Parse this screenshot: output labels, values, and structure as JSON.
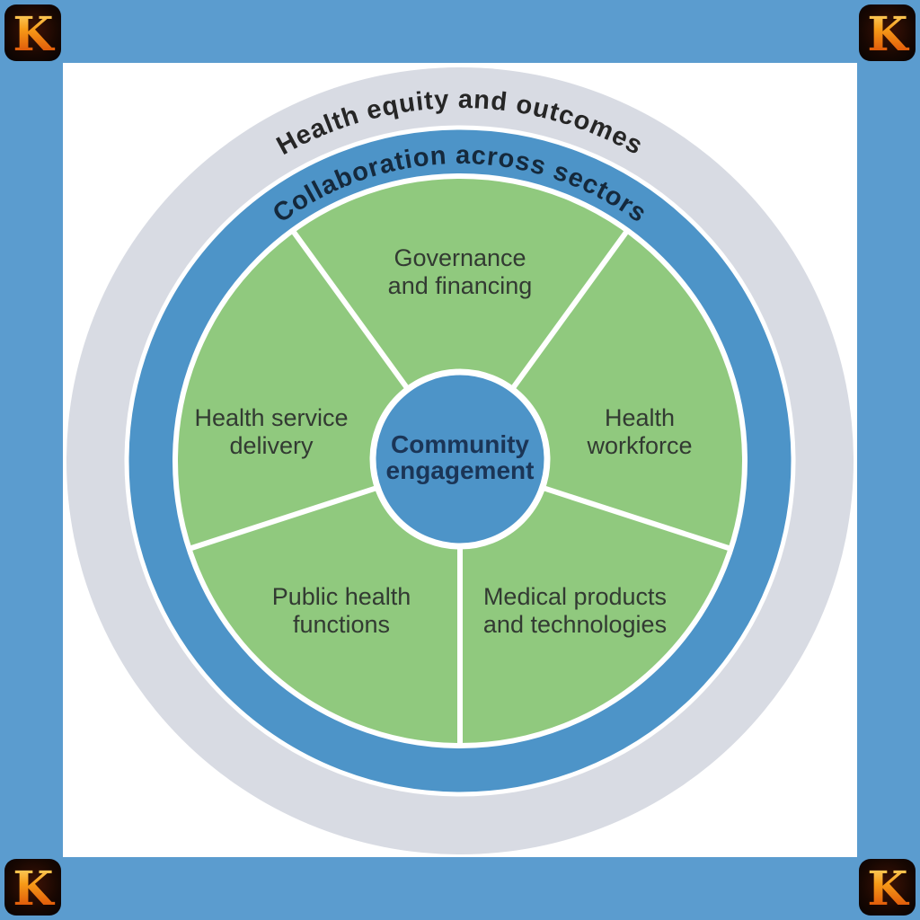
{
  "figure": {
    "description": "Concentric health-system diagram with five inner wedges",
    "rings": {
      "outer": {
        "label": "Health equity and outcomes"
      },
      "middle": {
        "label": "Collaboration across sectors"
      }
    },
    "center": {
      "line1": "Community",
      "line2": "engagement"
    },
    "wedges": [
      {
        "id": "governance-and-financing",
        "line1": "Governance",
        "line2": "and financing"
      },
      {
        "id": "health-workforce",
        "line1": "Health",
        "line2": "workforce"
      },
      {
        "id": "medical-products-and-technologies",
        "line1": "Medical products",
        "line2": "and technologies"
      },
      {
        "id": "public-health-functions",
        "line1": "Public health",
        "line2": "functions"
      },
      {
        "id": "health-service-delivery",
        "line1": "Health service",
        "line2": "delivery"
      }
    ]
  },
  "watermark": {
    "letter": "K"
  },
  "colors": {
    "frame_blue": "#5b9ccf",
    "ring_blue": "#4d94c8",
    "center_blue": "#4d94c8",
    "wheel_green": "#90c97e",
    "outer_ring_gray": "#d8dbe3",
    "divider_white": "#ffffff",
    "outer_ring_text": "#262626",
    "middle_ring_text": "#15293c",
    "wedge_text": "#323a32",
    "center_text": "#1b3556",
    "watermark_fire_orange": "#f79b18"
  }
}
